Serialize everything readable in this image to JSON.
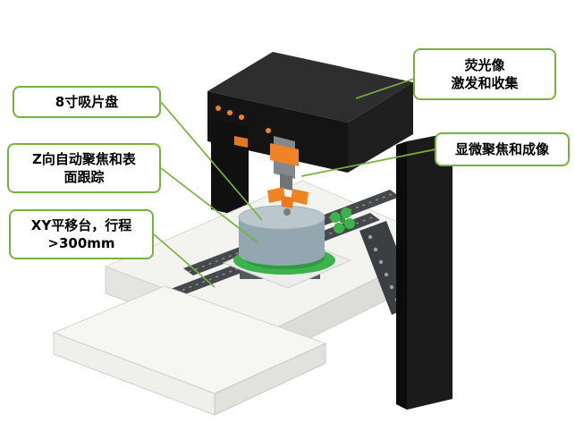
{
  "callouts": {
    "chuck_tray": "8寸吸片盘",
    "z_autofocus": "Z向自动聚焦和表\n面跟踪",
    "xy_stage": "XY平移台，行程\n>300mm",
    "fluorescence": "荧光像\n激发和收集",
    "microscope_focus": "显微聚焦和成像"
  },
  "colors": {
    "callout_border": "#74b43c",
    "leader_line": "#74b43c",
    "gantry_dark": "#141414",
    "mount_ring_green": "#3bb24a",
    "optics_orange": "#ef8326",
    "base_light": "#f3f3f0",
    "chuck_top": "#bac8ce"
  }
}
